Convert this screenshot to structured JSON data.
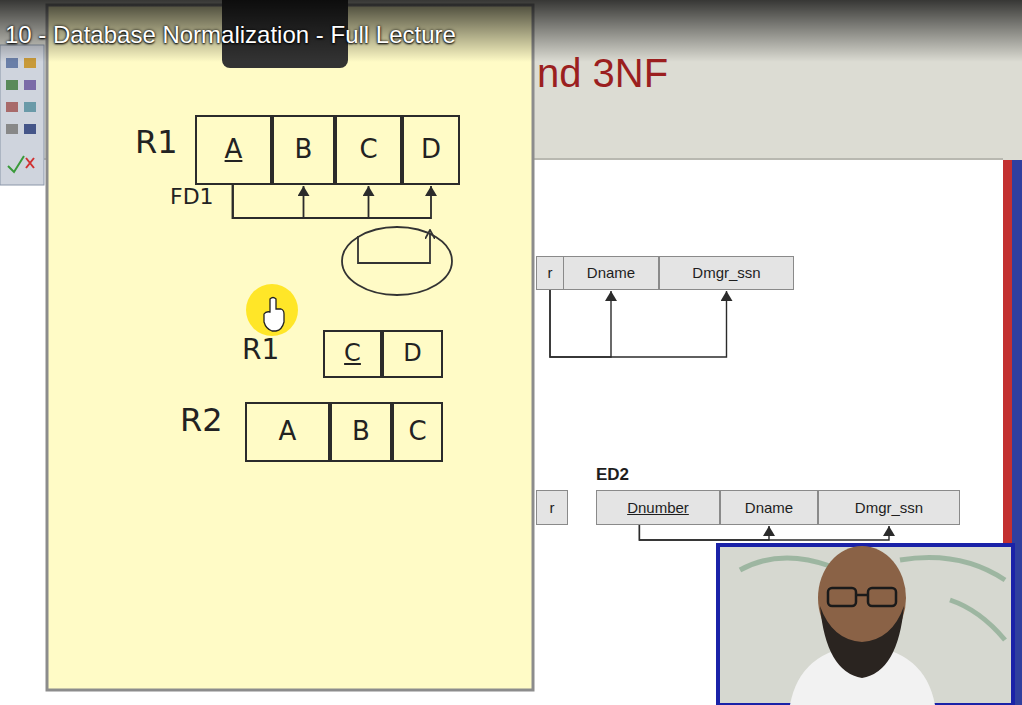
{
  "diagram": {
    "title": "10 - Database Normalization - Full Lecture",
    "nodes": [
      {
        "text": [
          "A"
        ]
      },
      {
        "text": [
          "B"
        ]
      },
      {
        "text": [
          "C"
        ]
      },
      {
        "text": [
          "D"
        ]
      },
      {
        "text": [
          "C"
        ]
      },
      {
        "text": [
          "D"
        ]
      },
      {
        "text": [
          "A"
        ]
      },
      {
        "text": [
          "B"
        ]
      },
      {
        "text": [
          "C"
        ]
      },
      {
        "text": [
          "r"
        ]
      },
      {
        "text": [
          "Dname"
        ]
      },
      {
        "text": [
          "Dmgr_ssn"
        ]
      },
      {
        "text": [
          "r"
        ]
      },
      {
        "text": [
          "Dnumber"
        ]
      },
      {
        "text": [
          "Dname"
        ]
      },
      {
        "text": [
          "Dmgr_ssn"
        ]
      }
    ],
    "edges": [
      {
        "from": 0,
        "to": 1,
        "arrow": "to"
      },
      {
        "from": 0,
        "to": 2,
        "arrow": "to"
      },
      {
        "from": 0,
        "to": 3,
        "arrow": "to"
      },
      {
        "from": 9,
        "to": 10,
        "arrow": "to"
      },
      {
        "from": 9,
        "to": 11,
        "arrow": "to"
      },
      {
        "from": 13,
        "to": 14,
        "arrow": "to"
      },
      {
        "from": 13,
        "to": 15,
        "arrow": "to"
      }
    ],
    "labels": [
      "nd 3NF",
      "R1",
      "FD1",
      "R1",
      "R2",
      "ED2"
    ]
  }
}
